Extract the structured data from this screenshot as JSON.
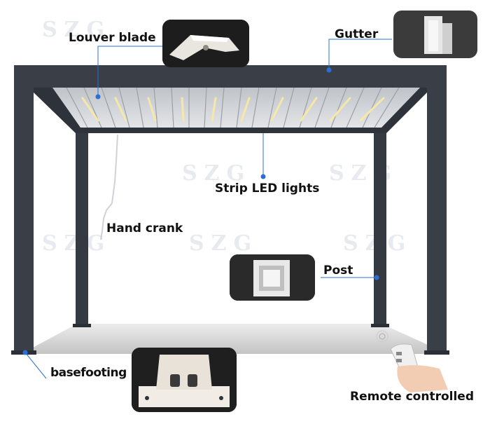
{
  "labels": {
    "louver_blade": "Louver blade",
    "gutter": "Gutter",
    "strip_led": "Strip LED lights",
    "hand_crank": "Hand crank",
    "post": "Post",
    "base_footing": "basefooting",
    "remote": "Remote controlled"
  },
  "watermark": "SZG",
  "colors": {
    "frame": "#3a3f47",
    "frame_dark": "#2b3038",
    "pointer": "#2b6fd6",
    "led": "#f6e7a6",
    "floor": "#cfcfcf"
  }
}
